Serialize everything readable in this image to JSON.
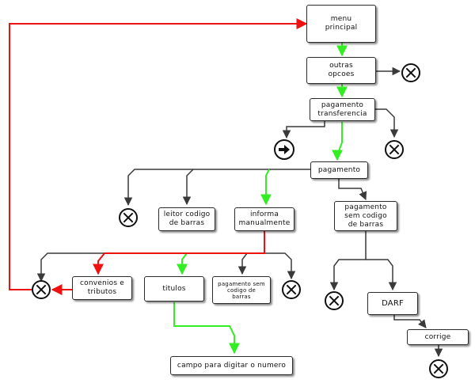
{
  "colors": {
    "default_edge": "#3a3a3a",
    "highlight_edge": "#33ee22",
    "return_edge": "#ee1111"
  },
  "nodes": {
    "menu_principal": "menu\nprincipal",
    "outras_opcoes": "outras\nopcoes",
    "pagamento_transferencia": "pagamento\ntransferencia",
    "pagamento": "pagamento",
    "leitor_codigo_de_barras": "leitor codigo\nde barras",
    "informa_manualmente": "informa\nmanualmente",
    "pagamento_sem_codigo_de_barras": "pagamento\nsem codigo\nde barras",
    "convenios_e_tributos": "convenios e\ntributos",
    "titulos": "titulos",
    "pagamento_sem_codigo_de_barras_small": "pagamento sem\ncodigo de\nbarras",
    "darf": "DARF",
    "corrige": "corrige",
    "campo_para_digitar_o_numero": "campo para digitar o numero"
  },
  "icons": {
    "terminator": "circle-x-icon",
    "goto": "arrow-right-circle-icon"
  }
}
